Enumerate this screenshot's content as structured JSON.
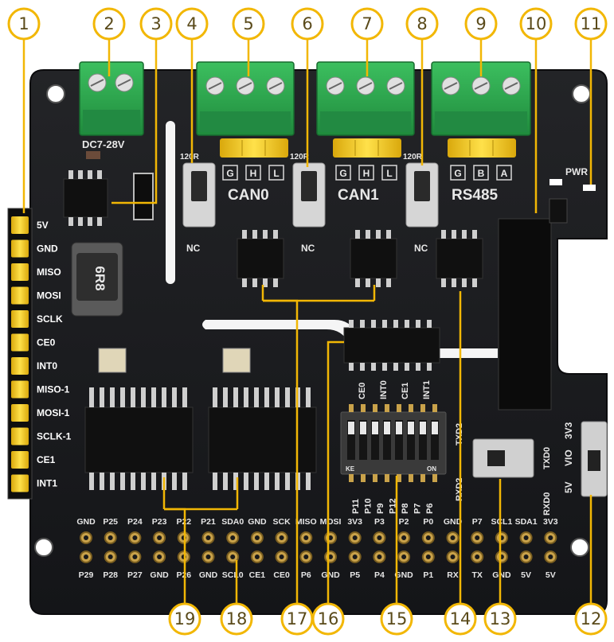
{
  "board": {
    "power_label": "DC7-28V",
    "can0_label": "CAN0",
    "can1_label": "CAN1",
    "rs485_label": "RS485",
    "can_terminals": [
      "G",
      "H",
      "L"
    ],
    "rs485_terminals": [
      "G",
      "B",
      "A"
    ],
    "switch_top_labels": [
      "120R",
      "120R",
      "120R"
    ],
    "switch_bottom_labels": [
      "NC",
      "NC",
      "NC"
    ],
    "inductor_label": "6R8",
    "pwr_label": "PWR",
    "uart_switch_labels": [
      "TXD0",
      "RXD0",
      "TXD2",
      "RXD2"
    ],
    "vio_switch_labels": [
      "5V",
      "VIO",
      "3V3"
    ],
    "dip_left": "ON",
    "dip_right": "KE",
    "dip_top_labels": [
      "CE0",
      "INT0",
      "CE1",
      "INT1"
    ],
    "dip_bottom_labels": [
      "P11",
      "P10",
      "P9",
      "P12",
      "P8",
      "P7",
      "P6"
    ],
    "left_pins": [
      "5V",
      "GND",
      "MISO",
      "MOSI",
      "SCLK",
      "CE0",
      "INT0",
      "MISO-1",
      "MOSI-1",
      "SCLK-1",
      "CE1",
      "INT1"
    ],
    "header_top": [
      "GND",
      "P25",
      "P24",
      "P23",
      "P22",
      "P21",
      "SDA0",
      "GND",
      "SCK",
      "MISO",
      "MOSI",
      "3V3",
      "P3",
      "P2",
      "P0",
      "GND",
      "P7",
      "SCL1",
      "SDA1",
      "3V3"
    ],
    "header_bottom": [
      "P29",
      "P28",
      "P27",
      "GND",
      "P26",
      "GND",
      "SCL0",
      "CE1",
      "CE0",
      "P6",
      "GND",
      "P5",
      "P4",
      "GND",
      "P1",
      "RX",
      "TX",
      "GND",
      "5V",
      "5V"
    ]
  },
  "callouts": [
    "1",
    "2",
    "3",
    "4",
    "5",
    "6",
    "7",
    "8",
    "9",
    "10",
    "11",
    "12",
    "13",
    "14",
    "15",
    "16",
    "17",
    "18",
    "19"
  ],
  "colors": {
    "pcb": "#17181b",
    "callout": "#f2b705",
    "terminal": "#2fa84f",
    "pin_header": "#f0c419",
    "chip": "#111111",
    "silkscreen": "#e8e8e8"
  }
}
